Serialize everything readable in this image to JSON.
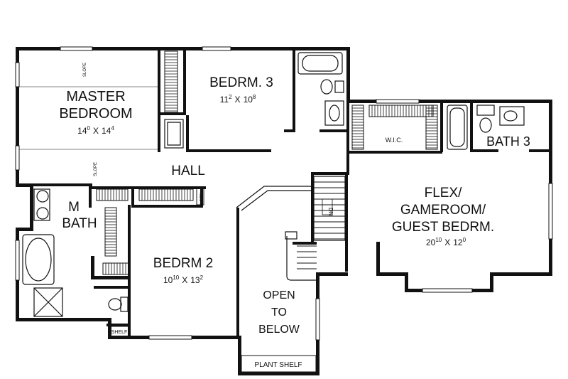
{
  "rooms": {
    "master": {
      "name_line1": "MASTER",
      "name_line2": "BEDROOM",
      "dim_w": "14",
      "dim_w_sup": "0",
      "dim_h": "14",
      "dim_h_sup": "4"
    },
    "bedrm3": {
      "name": "BEDRM. 3",
      "dim_w": "11",
      "dim_w_sup": "2",
      "dim_h": "10",
      "dim_h_sup": "8"
    },
    "hall": {
      "name": "HALL"
    },
    "mbath": {
      "name_line1": "M",
      "name_line2": "BATH"
    },
    "bedrm2": {
      "name": "BEDRM 2",
      "dim_w": "10",
      "dim_w_sup": "10",
      "dim_h": "13",
      "dim_h_sup": "2"
    },
    "open": {
      "line1": "OPEN",
      "line2": "TO",
      "line3": "BELOW"
    },
    "plant_shelf": {
      "name": "PLANT SHELF"
    },
    "shelf": {
      "name": "SHELF"
    },
    "wic": {
      "name": "W.I.C."
    },
    "bath3": {
      "name": "BATH 3"
    },
    "flex": {
      "line1": "FLEX/",
      "line2": "GAMEROOM/",
      "line3": "GUEST BEDRM.",
      "dim_w": "20",
      "dim_w_sup": "10",
      "dim_h": "12",
      "dim_h_sup": "0"
    }
  },
  "annotations": {
    "slope": "SLOPE",
    "linen": "LINEN",
    "dn": "DN",
    "dim_sep": "X"
  }
}
